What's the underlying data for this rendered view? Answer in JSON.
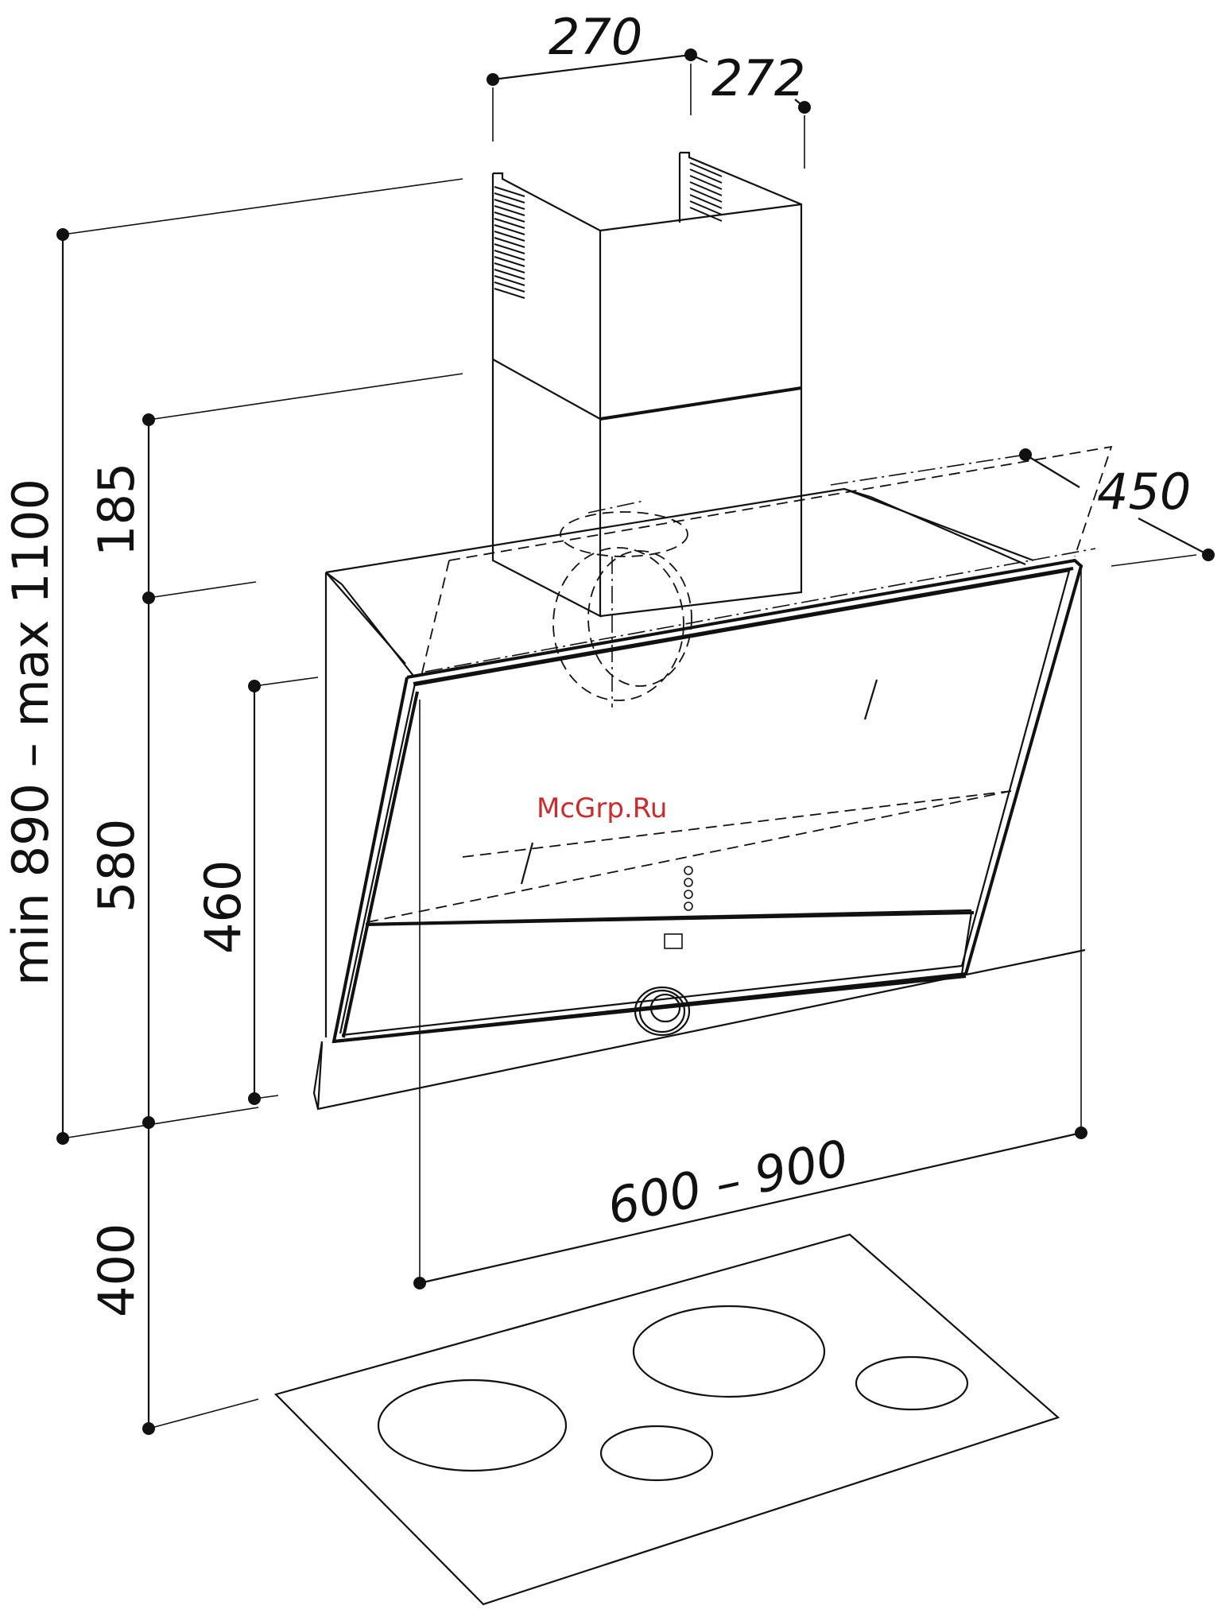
{
  "watermark": "McGrp.Ru",
  "dimensions": {
    "chimney_width": "270",
    "chimney_depth": "272",
    "hood_depth": "450",
    "total_height": "min  890  –  max  1100",
    "chimney_lower": "185",
    "hood_height": "580",
    "glass_height": "460",
    "mount_height": "400",
    "hood_width": "600  –  900"
  }
}
